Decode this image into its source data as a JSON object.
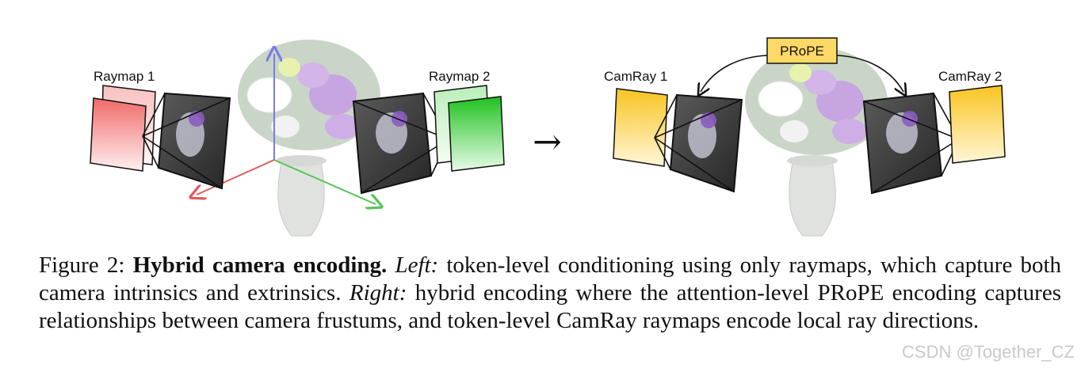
{
  "figure": {
    "left": {
      "raymap1_label": "Raymap 1",
      "raymap2_label": "Raymap 2"
    },
    "arrow_symbol": "→",
    "right": {
      "camray1_label": "CamRay 1",
      "camray2_label": "CamRay 2",
      "prope_label": "PRoPE"
    },
    "colors": {
      "raymap1": "#f06a6a",
      "raymap2": "#1fc21f",
      "camray": "#f9c520",
      "prope_box": "#ffd966",
      "axis_x": "#e05a5a",
      "axis_y": "#56c456",
      "axis_z": "#7b7bea"
    }
  },
  "caption": {
    "figure_number": "Figure 2:",
    "title": "Hybrid camera encoding.",
    "left_label": "Left:",
    "left_text": "token-level conditioning using only raymaps, which capture both camera intrinsics and extrinsics.",
    "right_label": "Right:",
    "right_text": "hybrid encoding where the attention-level PRoPE encoding captures relationships between camera frustums, and token-level CamRay raymaps encode local ray directions."
  },
  "watermark": "CSDN @Together_CZ"
}
